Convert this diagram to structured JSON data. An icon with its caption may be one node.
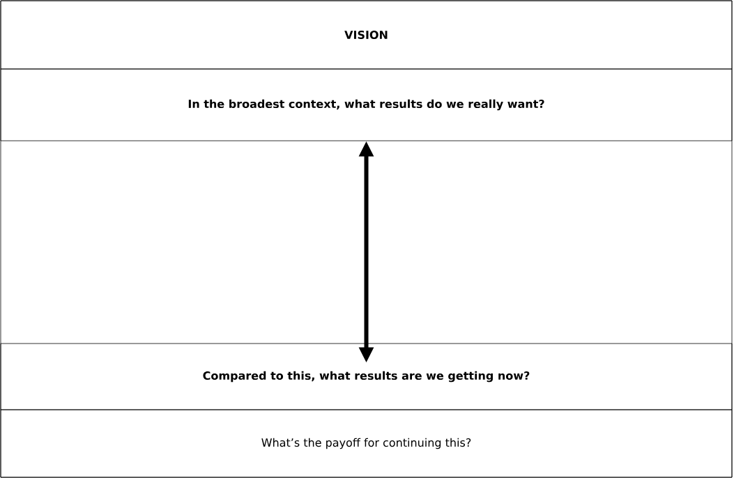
{
  "diagram": {
    "nodes": [
      {
        "text": [
          "VISION"
        ]
      },
      {
        "text": [
          "In the broadest context, what results do we really want?"
        ]
      },
      {
        "text": [
          "Compared to this, what results are we getting now?"
        ]
      },
      {
        "text": [
          "What’s the payoff for continuing this?"
        ]
      }
    ],
    "edges": [
      {
        "from": 1,
        "to": 2,
        "arrow": "both"
      }
    ]
  }
}
